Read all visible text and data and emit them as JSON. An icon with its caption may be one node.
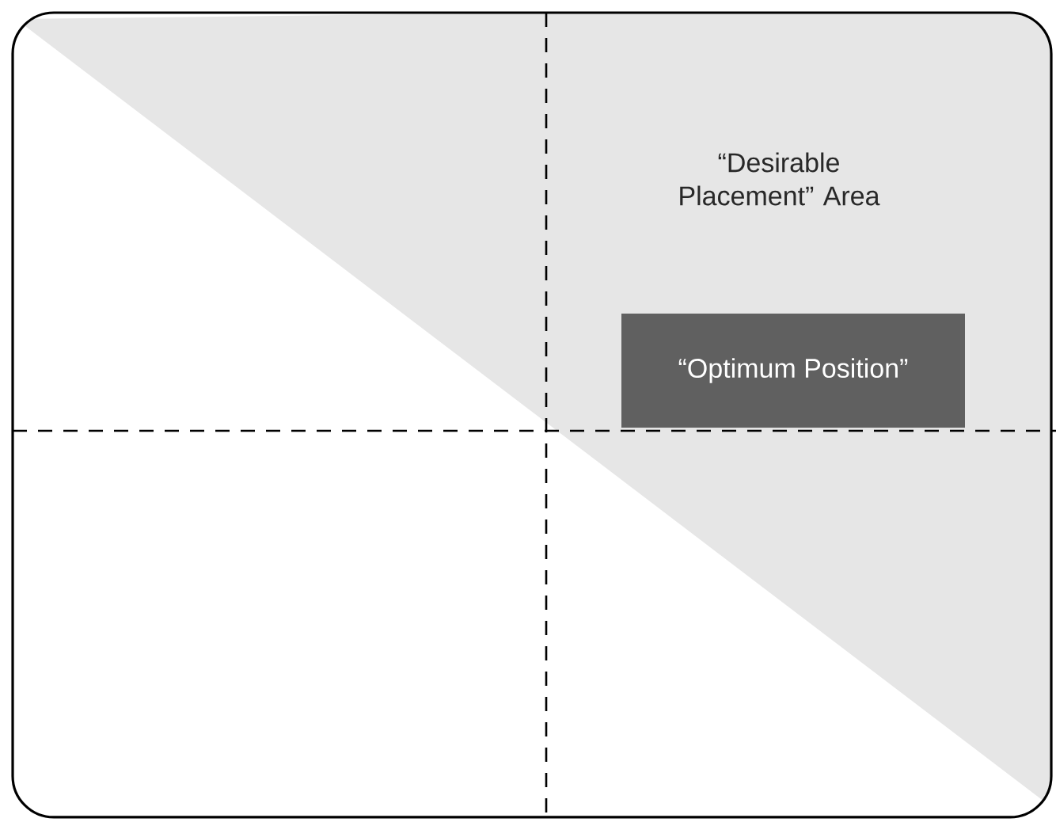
{
  "diagram": {
    "nodes": [
      {
        "text": [
          "“Desirable Placement” Area"
        ]
      },
      {
        "text": [
          "“Optimum Position”"
        ],
        "in": 0
      }
    ]
  }
}
